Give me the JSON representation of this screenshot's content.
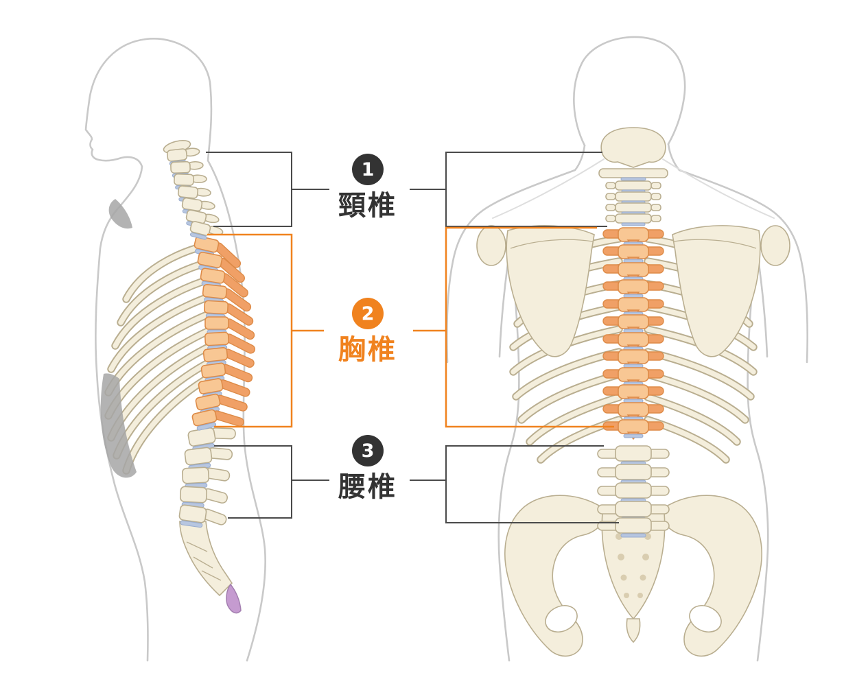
{
  "labels": {
    "cervical": {
      "number": "1",
      "text": "頸椎"
    },
    "thoracic": {
      "number": "2",
      "text": "胸椎"
    },
    "lumbar": {
      "number": "3",
      "text": "腰椎"
    }
  },
  "colors": {
    "accent_orange": "#F0821E",
    "badge_dark": "#333333",
    "label_dark": "#333333",
    "bone_fill": "#F4EEDC",
    "bone_stroke": "#B9AE90",
    "disc_blue": "#B7C6E0",
    "thoracic_body": "#F8C794",
    "thoracic_process": "#F0A066",
    "thoracic_stroke": "#DD8B48",
    "body_outline": "#C9C9C9",
    "bracket_gray": "#4A4A4A",
    "coccyx_purple": "#C59BD0",
    "cartilage_gray": "#A6A6A6"
  }
}
